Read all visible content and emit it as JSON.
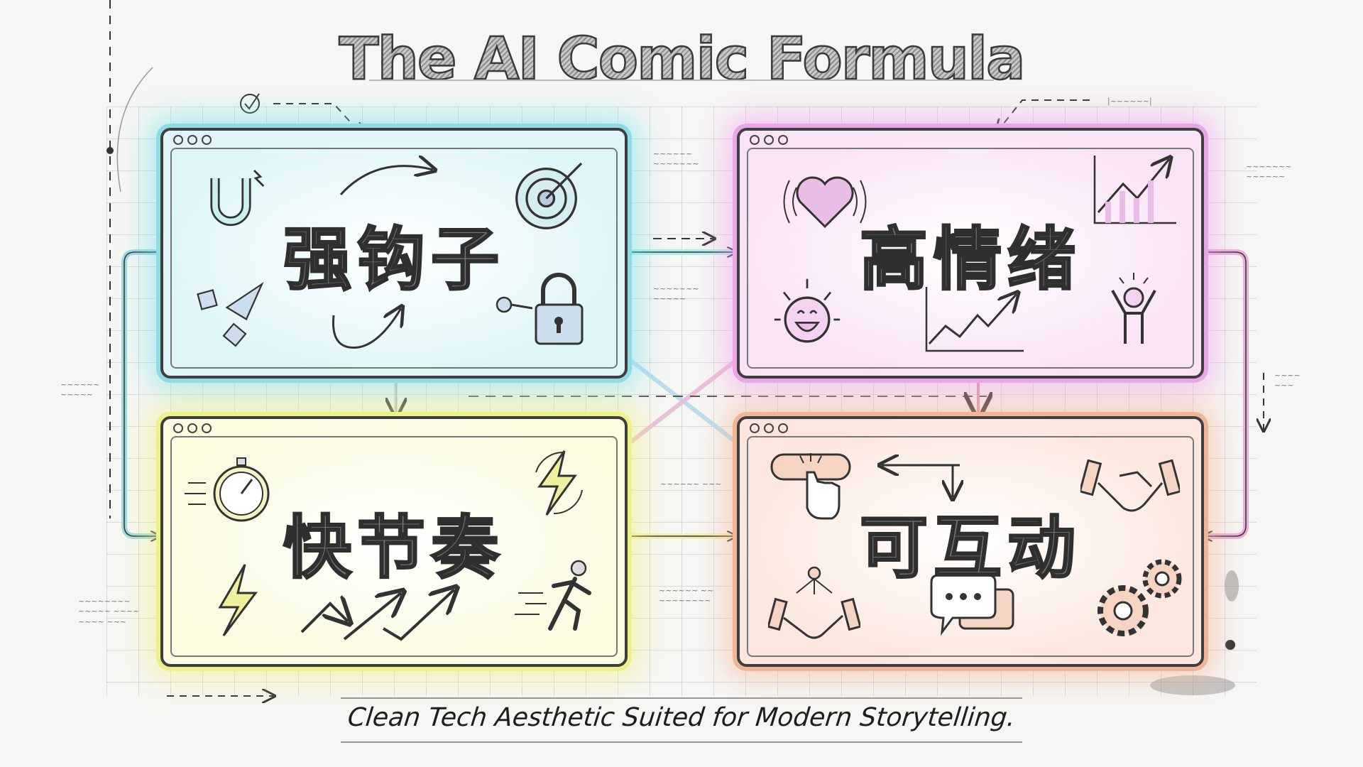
{
  "title": "The AI Comic Formula",
  "caption": "Clean Tech Aesthetic Suited for Modern Storytelling.",
  "panels": [
    {
      "id": "hook",
      "label": "强钩子",
      "color": "#8fdbe4",
      "icons": [
        "magnet-icon",
        "lightning-icon",
        "curved-arrow-icon",
        "target-icon",
        "arrow-shapes-icon",
        "hook-arrow-icon",
        "key-icon",
        "padlock-icon"
      ]
    },
    {
      "id": "emotion",
      "label": "高情绪",
      "color": "#e9a6e6",
      "icons": [
        "heart-icon",
        "bar-chart-up-icon",
        "smiley-icon",
        "line-chart-up-icon",
        "cheering-person-icon"
      ]
    },
    {
      "id": "pace",
      "label": "快节奏",
      "color": "#eef08a",
      "icons": [
        "stopwatch-icon",
        "lightning-refresh-icon",
        "lightning-icon",
        "zigzag-arrows-icon",
        "running-person-icon"
      ]
    },
    {
      "id": "interact",
      "label": "可互动",
      "color": "#f0b497",
      "icons": [
        "tap-button-icon",
        "two-way-arrow-icon",
        "handshake-icon",
        "network-handshake-icon",
        "chat-bubbles-icon",
        "gears-icon"
      ]
    }
  ],
  "annotations": {
    "note_count": 9,
    "legible": false
  }
}
